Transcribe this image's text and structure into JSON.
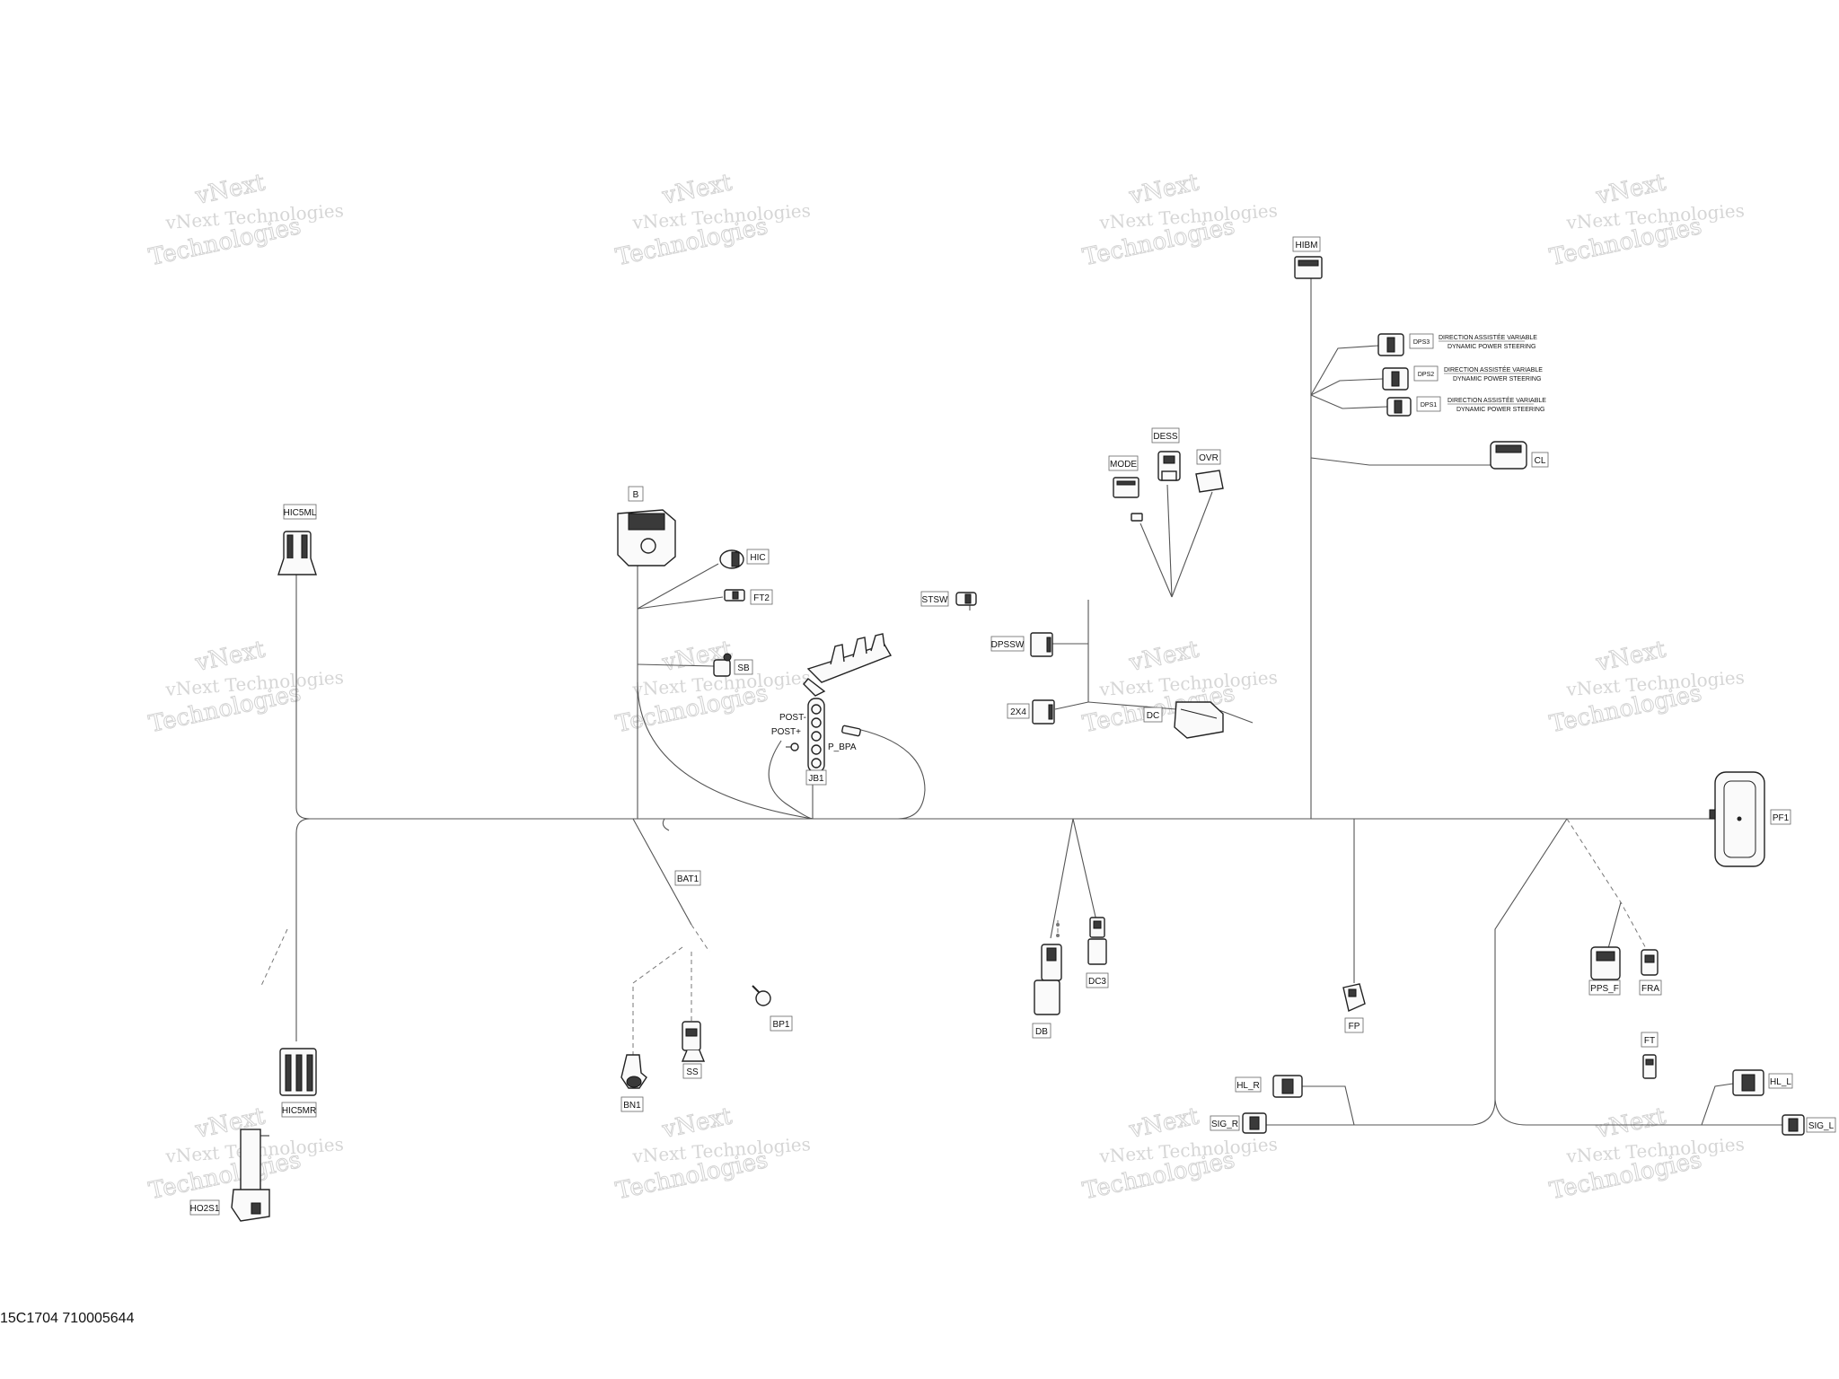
{
  "watermark": {
    "line1": "vNext Technologies",
    "line2": "Technologies",
    "line3": "vNext"
  },
  "labels": {
    "HIC5ML": "HIC5ML",
    "HIC5MR": "HIC5MR",
    "HO2S1": "HO2S1",
    "B": "B",
    "HIC": "HIC",
    "FT2": "FT2",
    "SB": "SB",
    "POST_NEG": "POST-",
    "POST_POS": "POST+",
    "P_BPA": "P_BPA",
    "JB1": "JB1",
    "BAT1": "BAT1",
    "BP1": "BP1",
    "BN1": "BN1",
    "SS": "SS",
    "STSW": "STSW",
    "DPSSW": "DPSSW",
    "2X4": "2X4",
    "DC": "DC",
    "MODE": "MODE",
    "DESS": "DESS",
    "OVR": "OVR",
    "HIBM": "HIBM",
    "DPS3": "DPS3",
    "DPS2": "DPS2",
    "DPS1": "DPS1",
    "CL": "CL",
    "PF1": "PF1",
    "DB": "DB",
    "DC3": "DC3",
    "FP": "FP",
    "HL_R": "HL_R",
    "SIG_R": "SIG_R",
    "PPS_F": "PPS_F",
    "FRA": "FRA",
    "FT": "FT",
    "HL_L": "HL_L",
    "SIG_L": "SIG_L"
  },
  "notes": {
    "dps_fr": "DIRECTION ASSISTÉE VARIABLE",
    "dps_en": "DYNAMIC POWER STEERING"
  },
  "footer": "15C1704 710005644"
}
